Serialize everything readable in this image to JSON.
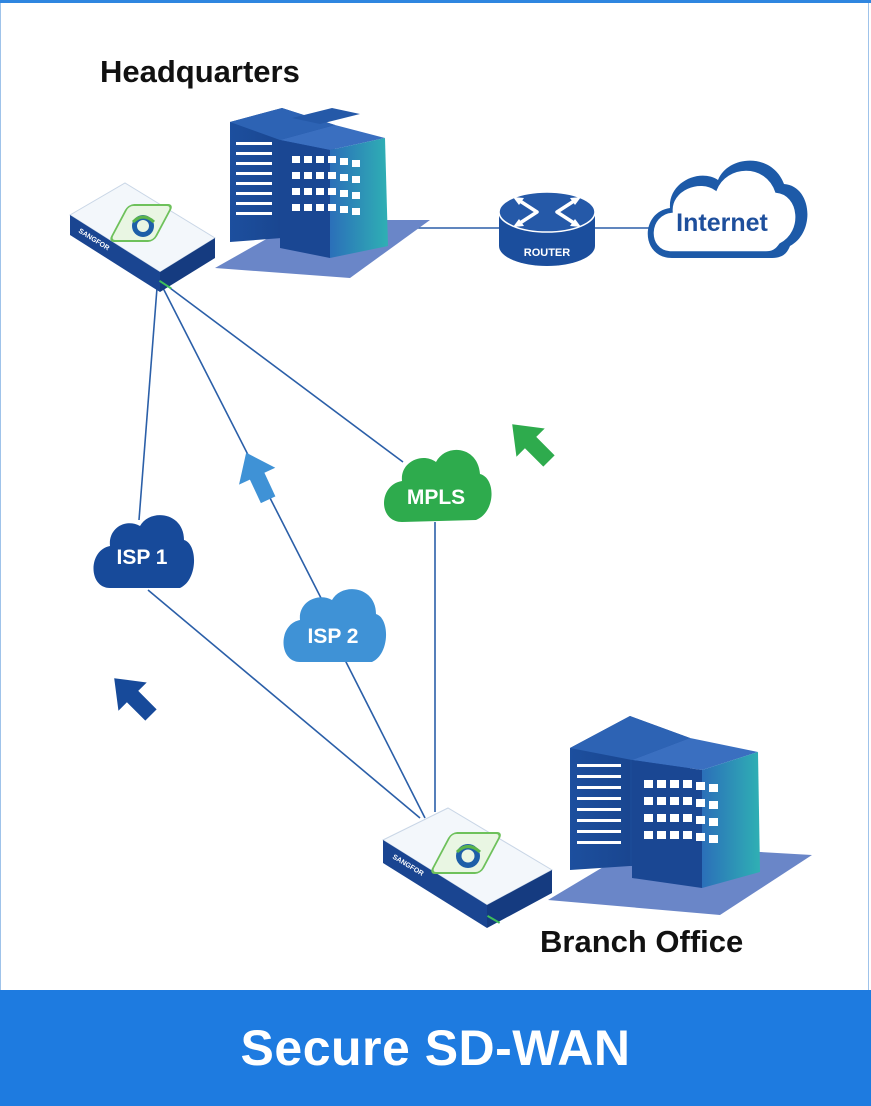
{
  "labels": {
    "headquarters": "Headquarters",
    "branch_office": "Branch Office",
    "internet": "Internet",
    "router": "ROUTER",
    "mpls": "MPLS",
    "isp1": "ISP 1",
    "isp2": "ISP 2",
    "device_brand": "SANGFOR"
  },
  "banner": {
    "title": "Secure SD-WAN"
  },
  "colors": {
    "navy": "#1f4fa3",
    "dark_blue": "#15459a",
    "mid_blue": "#3f92d6",
    "green": "#27a84a",
    "banner_blue": "#1e7be0",
    "shadow": "#6a86c8"
  },
  "icons": [
    "building-icon",
    "appliance-icon",
    "router-icon",
    "cloud-icon",
    "arrow-icon"
  ]
}
